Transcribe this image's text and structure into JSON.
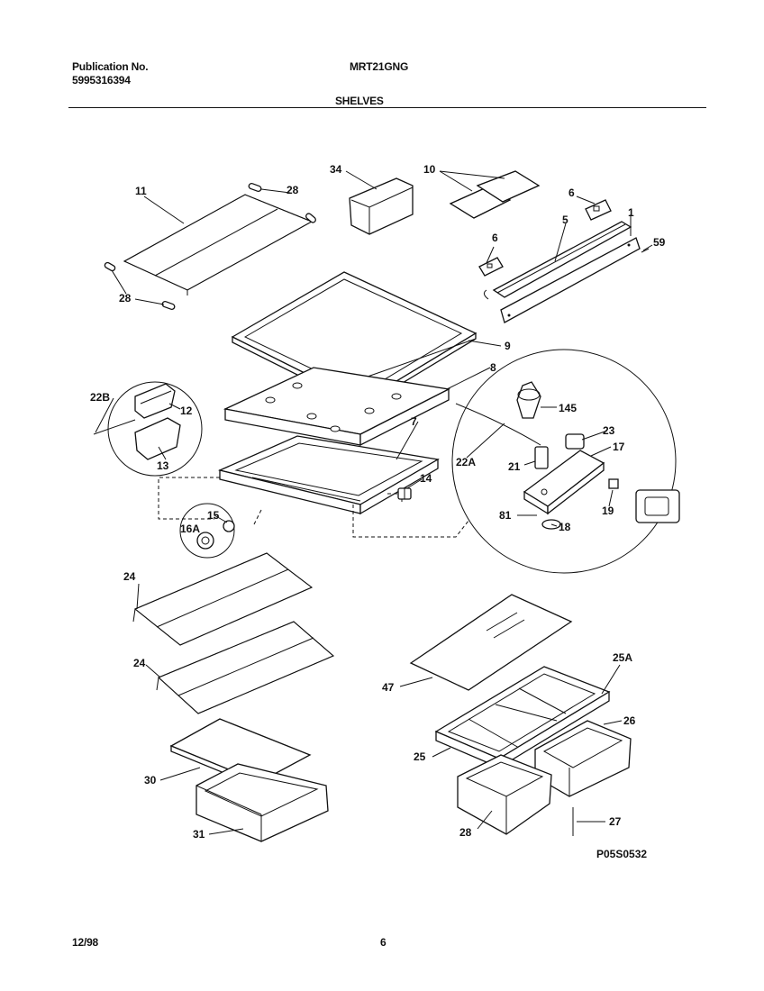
{
  "header": {
    "publication_label": "Publication No.",
    "publication_number": "5995316394",
    "model": "MRT21GNG",
    "section": "SHELVES"
  },
  "footer": {
    "date": "12/98",
    "page": "6"
  },
  "diagram_code": "P05S0532",
  "callouts": {
    "c11": "11",
    "c28a": "28",
    "c28b": "28",
    "c34": "34",
    "c10": "10",
    "c6a": "6",
    "c6b": "6",
    "c5": "5",
    "c1": "1",
    "c59": "59",
    "c9": "9",
    "c8": "8",
    "c22b": "22B",
    "c12": "12",
    "c13": "13",
    "c7": "7",
    "c14": "14",
    "c145": "145",
    "c23": "23",
    "c17": "17",
    "c22a": "22A",
    "c21": "21",
    "c81": "81",
    "c18": "18",
    "c19": "19",
    "c15": "15",
    "c16a": "16A",
    "c24a": "24",
    "c24b": "24",
    "c47": "47",
    "c25a": "25A",
    "c26a": "26",
    "c25": "25",
    "c30": "30",
    "c31": "31",
    "c28c": "28",
    "c27": "27"
  }
}
